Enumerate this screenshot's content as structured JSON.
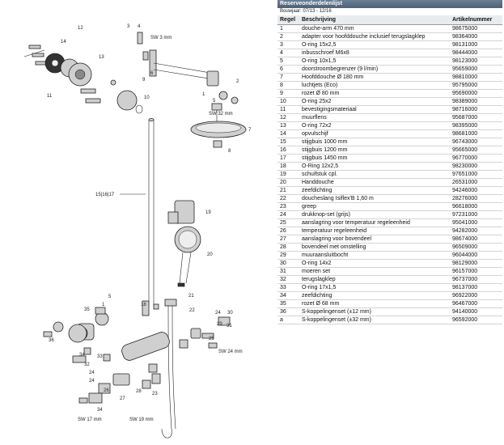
{
  "panel": {
    "title": "Reserveonderdelenlijst",
    "subtitle": "Bouwjaar: 07/13 - 12/16",
    "columns": [
      "Regel",
      "Beschrijving",
      "Artikelnummer"
    ]
  },
  "rows": [
    [
      "1",
      "douche-arm 470 mm",
      "98675000"
    ],
    [
      "2",
      "adapter voor hoofddouche inclusief terugslagklep",
      "98364000"
    ],
    [
      "3",
      "O-ring 15x2,5",
      "98131000"
    ],
    [
      "4",
      "inbusschroef M6x8",
      "98444000"
    ],
    [
      "5",
      "O-ring 10x1,5",
      "98123000"
    ],
    [
      "6",
      "doorstroombegrenzer (9 l/min)",
      "95659000"
    ],
    [
      "7",
      "Hoofddouche Ø 180 mm",
      "98810000"
    ],
    [
      "8",
      "luchtjets (Eco)",
      "95795000"
    ],
    [
      "9",
      "rozet Ø 80 mm",
      "95690000"
    ],
    [
      "10",
      "O-ring 25x2",
      "98389000"
    ],
    [
      "11",
      "bevestigingsmateriaal",
      "98716000"
    ],
    [
      "12",
      "muurflens",
      "95687000"
    ],
    [
      "13",
      "O-ring 72x2",
      "98395000"
    ],
    [
      "14",
      "opvulschijf",
      "98681000"
    ],
    [
      "15",
      "stijgbuis 1000 mm",
      "96743000"
    ],
    [
      "16",
      "stijgbuis 1200 mm",
      "95665000"
    ],
    [
      "17",
      "stijgbuis 1450 mm",
      "96770000"
    ],
    [
      "18",
      "O-Ring 12x2,5",
      "98230000"
    ],
    [
      "19",
      "schuifstuk cpl.",
      "97651000"
    ],
    [
      "20",
      "Handdouche",
      "26531000"
    ],
    [
      "21",
      "zeefdichting",
      "94246000"
    ],
    [
      "22",
      "doucheslang Isiflex'B 1,60 m",
      "28276000"
    ],
    [
      "23",
      "greep",
      "96618000"
    ],
    [
      "24",
      "drukknop-set (grijs)",
      "97231000"
    ],
    [
      "25",
      "aanslagring voor temperatuur regeleenheid",
      "95041000"
    ],
    [
      "26",
      "temperatuur regeleenheid",
      "94282000"
    ],
    [
      "27",
      "aanslagring voor bovendeel",
      "98674000"
    ],
    [
      "28",
      "bovendeel met omstelling",
      "96509000"
    ],
    [
      "29",
      "muuraansluitbocht",
      "96044000"
    ],
    [
      "30",
      "O-ring 14x2",
      "98129000"
    ],
    [
      "31",
      "moeren set",
      "96157000"
    ],
    [
      "32",
      "terugslagklep",
      "96737000"
    ],
    [
      "33",
      "O-ring 17x1,5",
      "98137000"
    ],
    [
      "34",
      "zeefdichting",
      "96922000"
    ],
    [
      "35",
      "rozet Ø 68 mm",
      "96467000"
    ],
    [
      "36",
      "S-koppelingenset (±12 mm)",
      "94140000"
    ],
    [
      "a",
      "S-koppelingenset (±32 mm)",
      "96592000"
    ]
  ],
  "diagram": {
    "callouts": {
      "c1": "1",
      "c2": "2",
      "c3": "3",
      "c4": "4",
      "c5": "5",
      "c6": "6",
      "c7": "7",
      "c8": "8",
      "c9": "9",
      "c10": "10",
      "c11": "11",
      "c12": "12",
      "c13": "13",
      "c14": "14",
      "c151617": "15|16|17",
      "c18": "18",
      "c19": "19",
      "c20": "20",
      "c21": "21",
      "c22": "22",
      "c23": "23",
      "c24a": "24",
      "c24b": "24",
      "c24c": "24",
      "c25": "25",
      "c26": "26",
      "c27": "27",
      "c28": "28",
      "c29": "29",
      "c30": "30",
      "c31": "31",
      "c32": "32",
      "c33": "33",
      "c34": "34",
      "c35": "35",
      "c36": "36",
      "c5b": "5",
      "c1b": "1",
      "c34b": "34"
    },
    "tool_labels": {
      "t1": "SW 3 mm",
      "t2": "SW 32 mm",
      "t3": "SW 24 mm",
      "t4": "SW 17 mm",
      "t5": "SW 19 mm"
    }
  }
}
